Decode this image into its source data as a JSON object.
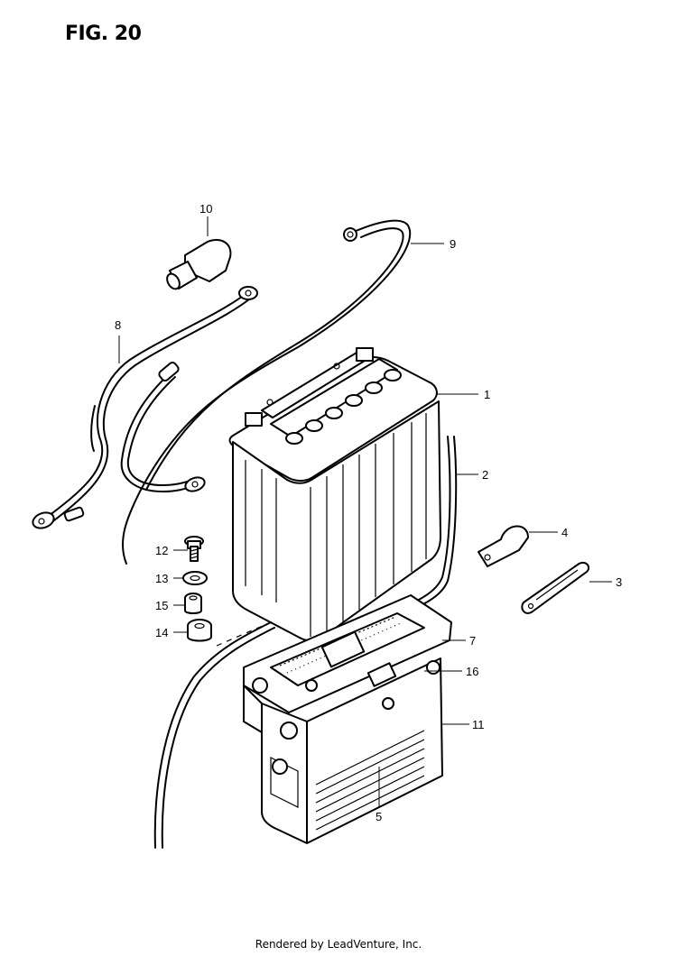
{
  "figure": {
    "title": "FIG. 20"
  },
  "callouts": [
    "1",
    "2",
    "3",
    "4",
    "5",
    "7",
    "8",
    "9",
    "10",
    "11",
    "12",
    "13",
    "14",
    "15",
    "16"
  ],
  "footer": "Rendered by LeadVenture, Inc."
}
